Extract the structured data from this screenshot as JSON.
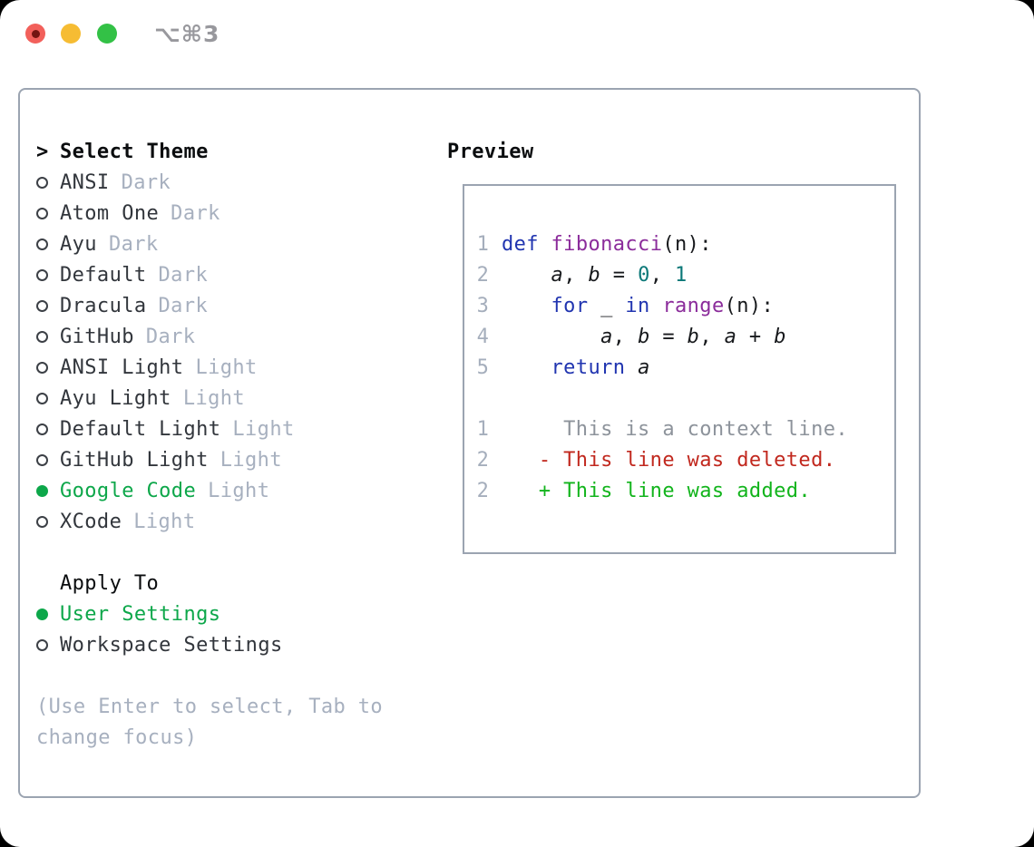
{
  "window": {
    "shortcut": "⌥⌘3"
  },
  "colors": {
    "accent_green": "#0da74a",
    "deleted_red": "#c1281e",
    "added_green": "#12b41c",
    "keyword_blue": "#2135b0",
    "function_purple": "#8b2c9b",
    "number_teal": "#0b7878",
    "muted_gray": "#a7b0bf",
    "context_gray": "#8d939b",
    "text_dark": "#32363c",
    "heading_black": "#0b0d0f",
    "code_black": "#17191c",
    "border_gray": "#9ba4b1",
    "line_number_gray": "#a5aebc",
    "shortcut_gray": "#98989d",
    "traffic_red": "#f2605b",
    "traffic_red_dot": "#741511",
    "traffic_yellow": "#f6bc33",
    "traffic_green": "#33c146"
  },
  "theme_selector": {
    "prompt": ">",
    "title": "Select Theme",
    "items": [
      {
        "name": "ANSI",
        "variant": "Dark",
        "selected": false
      },
      {
        "name": "Atom One",
        "variant": "Dark",
        "selected": false
      },
      {
        "name": "Ayu",
        "variant": "Dark",
        "selected": false
      },
      {
        "name": "Default",
        "variant": "Dark",
        "selected": false
      },
      {
        "name": "Dracula",
        "variant": "Dark",
        "selected": false
      },
      {
        "name": "GitHub",
        "variant": "Dark",
        "selected": false
      },
      {
        "name": "ANSI Light",
        "variant": "Light",
        "selected": false
      },
      {
        "name": "Ayu Light",
        "variant": "Light",
        "selected": false
      },
      {
        "name": "Default Light",
        "variant": "Light",
        "selected": false
      },
      {
        "name": "GitHub Light",
        "variant": "Light",
        "selected": false
      },
      {
        "name": "Google Code",
        "variant": "Light",
        "selected": true
      },
      {
        "name": "XCode",
        "variant": "Light",
        "selected": false
      }
    ]
  },
  "apply_to": {
    "title": "Apply To",
    "options": [
      {
        "label": "User Settings",
        "selected": true
      },
      {
        "label": "Workspace Settings",
        "selected": false
      }
    ]
  },
  "help_text": [
    "(Use Enter to select, Tab to",
    "change focus)"
  ],
  "preview": {
    "title": "Preview",
    "lines": [
      [
        [
          " 1 ",
          "ln"
        ],
        [
          "def",
          "kw"
        ],
        [
          " ",
          "pl"
        ],
        [
          "fibonacci",
          "fn"
        ],
        [
          "(n):",
          "pl"
        ]
      ],
      [
        [
          " 2 ",
          "ln"
        ],
        [
          "    ",
          "pl"
        ],
        [
          "a",
          "var"
        ],
        [
          ", ",
          "pl"
        ],
        [
          "b",
          "var"
        ],
        [
          " = ",
          "pl"
        ],
        [
          "0",
          "num"
        ],
        [
          ", ",
          "pl"
        ],
        [
          "1",
          "num"
        ]
      ],
      [
        [
          " 3 ",
          "ln"
        ],
        [
          "    ",
          "pl"
        ],
        [
          "for",
          "kw"
        ],
        [
          " _ ",
          "pl"
        ],
        [
          "in",
          "kw"
        ],
        [
          " ",
          "pl"
        ],
        [
          "range",
          "fn"
        ],
        [
          "(n):",
          "pl"
        ]
      ],
      [
        [
          " 4 ",
          "ln"
        ],
        [
          "        ",
          "pl"
        ],
        [
          "a",
          "var"
        ],
        [
          ", ",
          "pl"
        ],
        [
          "b",
          "var"
        ],
        [
          " = ",
          "pl"
        ],
        [
          "b",
          "var"
        ],
        [
          ", ",
          "pl"
        ],
        [
          "a",
          "var"
        ],
        [
          " + ",
          "pl"
        ],
        [
          "b",
          "var"
        ]
      ],
      [
        [
          " 5 ",
          "ln"
        ],
        [
          "    ",
          "pl"
        ],
        [
          "return",
          "kw"
        ],
        [
          " ",
          "pl"
        ],
        [
          "a",
          "var"
        ]
      ],
      [],
      [
        [
          " 1 ",
          "ln"
        ],
        [
          "     This is a context line.",
          "ctx"
        ]
      ],
      [
        [
          " 2 ",
          "ln"
        ],
        [
          "   - This line was deleted.",
          "del"
        ]
      ],
      [
        [
          " 2 ",
          "ln"
        ],
        [
          "   + This line was added.",
          "add"
        ]
      ]
    ]
  }
}
